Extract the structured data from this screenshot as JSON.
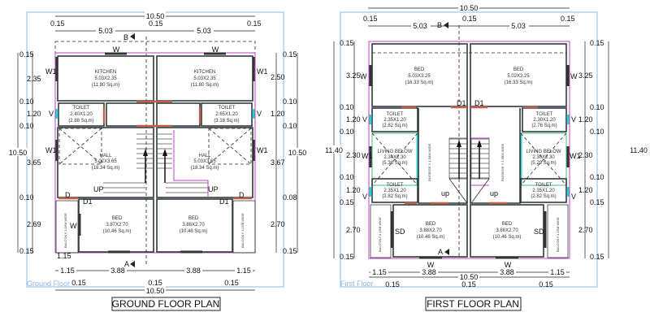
{
  "ground_floor": {
    "frame_label": "Ground Floor",
    "title": "GROUND FLOOR PLAN",
    "top_dims": {
      "overall": "10.50",
      "wall_left": "0.15",
      "wall_mid": "0.15",
      "wall_right": "0.15",
      "left_width": "5.03",
      "right_width": "5.03"
    },
    "left_dims": [
      "0.15",
      "2.35",
      "0.10",
      "1.20",
      "0.10",
      "3.65",
      "0.10",
      "2.69",
      "0.15"
    ],
    "left_total": "10.50",
    "right_dims": [
      "0.15",
      "2.50",
      "0.10",
      "1.20",
      "0.10",
      "3.67",
      "0.08",
      "2.70",
      "0.15"
    ],
    "right_total": "10.50",
    "bottom_dims": {
      "balcony_top": "1.15",
      "row": [
        "1.15",
        "3.88",
        "3.88",
        "1.15"
      ],
      "walls": [
        "0.15",
        "0.15",
        "0.15"
      ],
      "overall": "10.50"
    },
    "section_marks": [
      "B",
      "A"
    ],
    "openings": {
      "window": "W",
      "window1": "W1",
      "vent": "V",
      "door": "D",
      "door1": "D1",
      "up": "UP"
    },
    "rooms": [
      {
        "name": "KITCHEN",
        "size": "5.03X2.35",
        "area": "(11.80 Sq.m)"
      },
      {
        "name": "KITCHEN",
        "size": "5.03X2.35",
        "area": "(11.80 Sq.m)"
      },
      {
        "name": "TOILET",
        "size": "2.40X1.20",
        "area": "(2.88 Sq.m)"
      },
      {
        "name": "TOILET",
        "size": "2.65X1.20",
        "area": "(3.18 Sq.m)"
      },
      {
        "name": "HALL",
        "size": "5.02X3.65",
        "area": "(18.34 Sq.m)"
      },
      {
        "name": "HALL",
        "size": "5.03X3.65",
        "area": "(18.34 Sq.m)"
      },
      {
        "name": "BED",
        "size": "3.87X2.70",
        "area": "(10.46 Sq.m)"
      },
      {
        "name": "BED",
        "size": "3.88X2.70",
        "area": "(10.46 Sq.m)"
      }
    ],
    "balcony_label": "BALCONY 1.15M WIDE"
  },
  "first_floor": {
    "frame_label": "First Floor",
    "title": "FIRST FLOOR PLAN",
    "top_dims": {
      "overall": "10.50",
      "wall_left": "0.15",
      "wall_mid": "0.15",
      "wall_right": "0.15",
      "left_width": "5.03",
      "right_width": "5.03"
    },
    "left_dims": [
      "0.15",
      "3.25",
      "0.10",
      "1.20",
      "0.10",
      "2.30",
      "0.10",
      "1.20",
      "0.15",
      "2.70",
      "0.15"
    ],
    "left_total": "11.40",
    "right_dims": [
      "0.15",
      "3.25",
      "0.10",
      "1.20",
      "0.10",
      "2.30",
      "0.10",
      "1.20",
      "0.15",
      "2.70",
      "0.15"
    ],
    "right_total": "11.40",
    "bottom_dims": {
      "row": [
        "1.15",
        "3.88",
        "3.88",
        "1.15"
      ],
      "walls": [
        "0.15",
        "0.15",
        "0.15"
      ],
      "overall": "10.50"
    },
    "section_marks": [
      "B",
      "A"
    ],
    "openings": {
      "window": "W",
      "window1": "W1",
      "vent": "V",
      "door1": "D1",
      "sliding_door": "SD",
      "up": "up"
    },
    "rooms": [
      {
        "name": "BED",
        "size": "5.03X3.25",
        "area": "(16.33 Sq.m)"
      },
      {
        "name": "BED",
        "size": "5.02X3.25",
        "area": "(16.33 Sq.m)"
      },
      {
        "name": "TOILET",
        "size": "2.35X1.20",
        "area": "(2.82 Sq.m)"
      },
      {
        "name": "TOILET",
        "size": "2.30X1.20",
        "area": "(2.76 Sq.m)"
      },
      {
        "name": "LIVING BELOW",
        "size": "2.34X2.30",
        "area": "(5.38 Sq.m)"
      },
      {
        "name": "LIVING BELOW",
        "size": "2.30X2.30",
        "area": "(5.29 Sq.m)"
      },
      {
        "name": "TOILET",
        "size": "2.35X1.20",
        "area": "(2.82 Sq.m)"
      },
      {
        "name": "TOILET",
        "size": "2.35X1.20",
        "area": "(2.82 Sq.m)"
      },
      {
        "name": "BED",
        "size": "3.88X2.70",
        "area": "(10.46 Sq.m)"
      },
      {
        "name": "BED",
        "size": "3.88X2.70",
        "area": "(10.46 Sq.m)"
      }
    ],
    "passage_label": "PASSEGE Y 1.58M WIDE",
    "balcony_label": "BALCONY 1.15M WIDE"
  }
}
